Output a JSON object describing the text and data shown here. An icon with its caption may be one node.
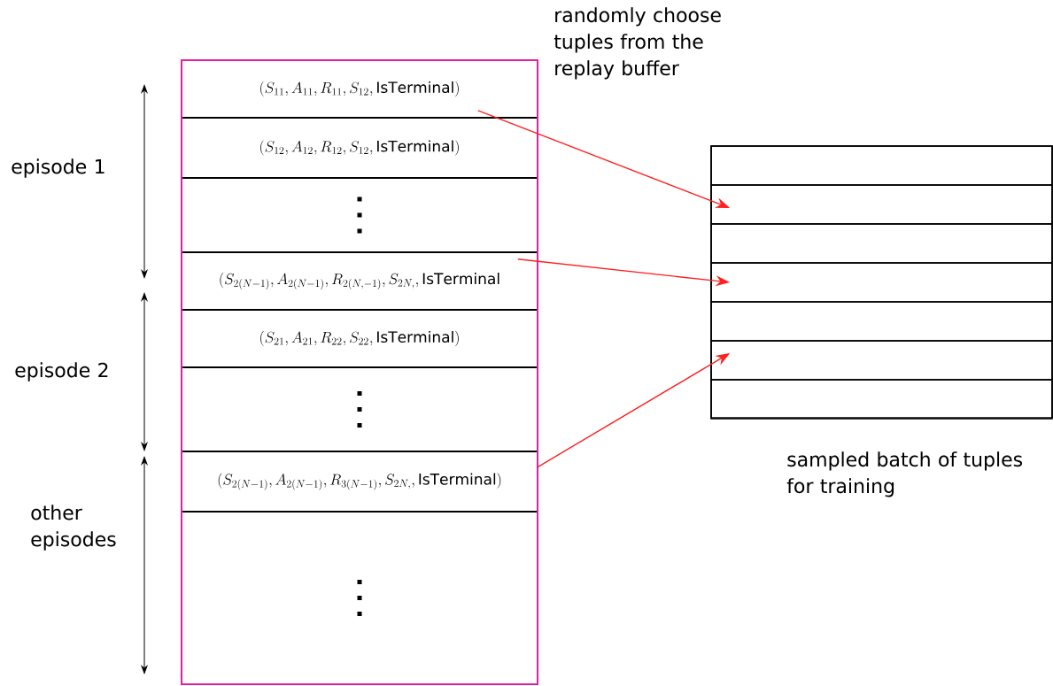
{
  "diagram": {
    "nodes": [
      {
        "text": [],
        "shape": "box"
      },
      {
        "text": [
          "(S_{11}, A_{11}, R_{11}, S_{12}, \\mathrm{IsTerminal})"
        ],
        "in": 0
      },
      {
        "text": [
          "(S_{12}, A_{12}, R_{12}, S_{12}, \\mathrm{IsTerminal})"
        ],
        "in": 0
      },
      {
        "text": [],
        "shape": "box",
        "in": 0
      },
      {
        "text": [
          "(S_{2(N-1)}, A_{2(N-1)}, R_{2(N,-1)}, S_{2N,}, \\mathrm{IsTerminal}"
        ],
        "in": 0
      },
      {
        "text": [
          "(S_{21}, A_{21}, R_{22}, S_{22}, \\mathrm{IsTerminal})"
        ],
        "in": 0
      },
      {
        "text": [],
        "shape": "box",
        "in": 0
      },
      {
        "text": [
          "(S_{2(N-1)}, A_{2(N-1)}, R_{3(N-1)}, S_{2N,}, \\mathrm{IsTerminal})"
        ],
        "in": 0
      },
      {
        "text": [],
        "shape": "box",
        "in": 0
      },
      {
        "text": [],
        "shape": "box",
        "beside": [
          "sampled batch of tuples for training"
        ]
      },
      {
        "text": [],
        "shape": "box",
        "in": 9
      },
      {
        "text": [],
        "shape": "box",
        "in": 9
      },
      {
        "text": [],
        "shape": "box",
        "in": 9
      },
      {
        "text": [],
        "shape": "box",
        "in": 9
      },
      {
        "text": [],
        "shape": "box",
        "in": 9
      },
      {
        "text": [],
        "shape": "box",
        "in": 9
      },
      {
        "text": [],
        "shape": "box",
        "in": 9
      }
    ],
    "edges": [
      {
        "from": 1,
        "to": 11,
        "arrow": "to"
      },
      {
        "from": 4,
        "to": 13,
        "arrow": "to"
      },
      {
        "from": 7,
        "to": 15,
        "arrow": "to"
      }
    ],
    "labels": [
      "randomly choose tuples from the replay buffer",
      "episode 1",
      "episode 2",
      "other episodes"
    ]
  }
}
